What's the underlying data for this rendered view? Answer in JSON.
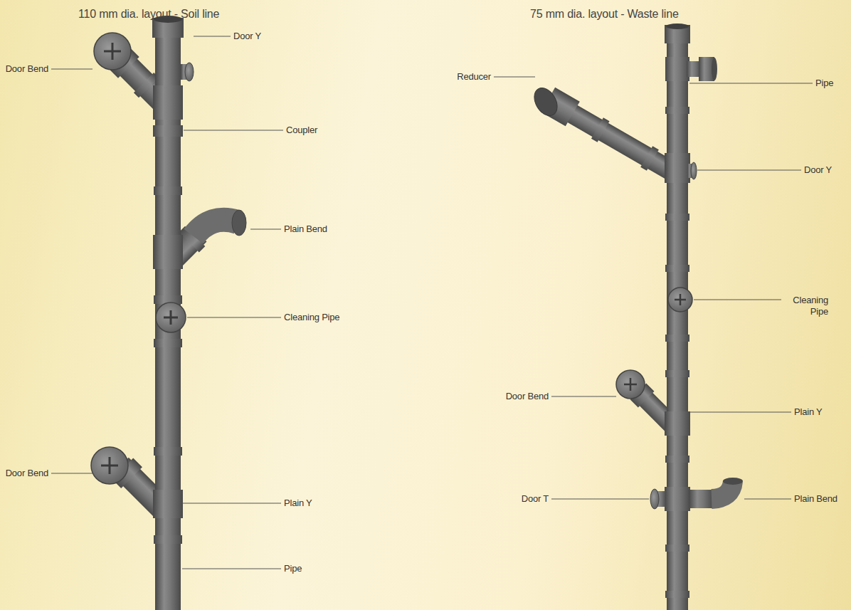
{
  "diagram": {
    "labels": [
      "110 mm dia. layout - Soil line",
      "75 mm dia. layout - Waste line",
      "Door Bend",
      "Door Y",
      "Coupler",
      "Plain Bend",
      "Cleaning Pipe",
      "Door Bend",
      "Plain Y",
      "Pipe",
      "Reducer",
      "Pipe",
      "Door Y",
      "Cleaning Pipe",
      "Door Bend",
      "Plain Y",
      "Door T",
      "Plain Bend"
    ]
  }
}
